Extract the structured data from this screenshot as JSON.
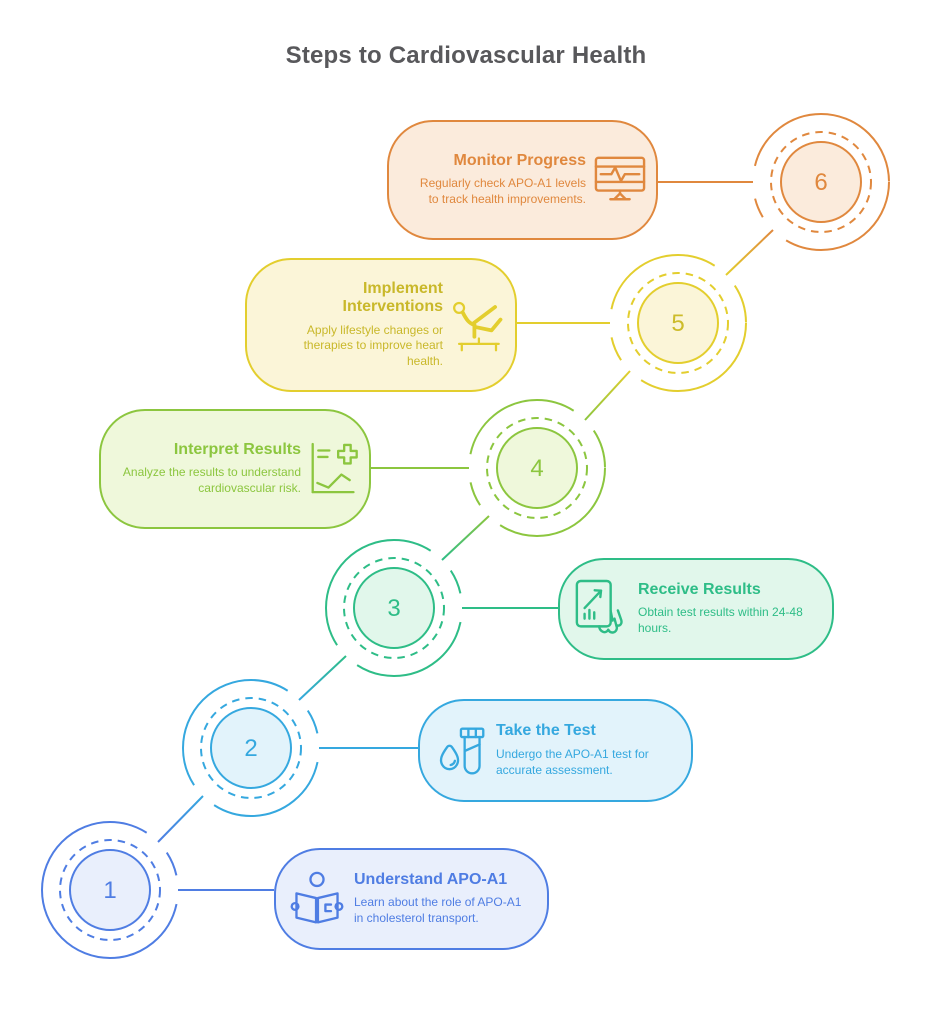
{
  "title": "Steps to Cardiovascular Health",
  "palette": {
    "background": "#FFFFFF",
    "title_color": "#58585B",
    "step1": {
      "stroke": "#4F7DE3",
      "fill": "#E9EFFC"
    },
    "step2": {
      "stroke": "#35A8DF",
      "fill": "#E2F3FB"
    },
    "step3": {
      "stroke": "#2EBD87",
      "fill": "#E1F7EB"
    },
    "step4": {
      "stroke": "#8CC63F",
      "fill": "#EFF8DB"
    },
    "step5": {
      "stroke": "#E3CE2E",
      "fill": "#FBF5D8"
    },
    "step6": {
      "stroke": "#E0883E",
      "fill": "#FBEBDC"
    }
  },
  "steps": [
    {
      "number": "1",
      "title": "Understand APO-A1",
      "description": "Learn about the role of APO-A1 in cholesterol transport.",
      "icon": "book-reader-icon"
    },
    {
      "number": "2",
      "title": "Take the Test",
      "description": "Undergo the APO-A1 test for accurate assessment.",
      "icon": "blood-test-icon"
    },
    {
      "number": "3",
      "title": "Receive Results",
      "description": "Obtain test results within 24-48 hours.",
      "icon": "results-document-icon"
    },
    {
      "number": "4",
      "title": "Interpret Results",
      "description": "Analyze the results to understand cardiovascular risk.",
      "icon": "analysis-chart-icon"
    },
    {
      "number": "5",
      "title": "Implement Interventions",
      "description": "Apply lifestyle changes or therapies to improve heart health.",
      "icon": "exercise-icon"
    },
    {
      "number": "6",
      "title": "Monitor Progress",
      "description": "Regularly check APO-A1 levels to track health improvements.",
      "icon": "monitor-ecg-icon"
    }
  ]
}
